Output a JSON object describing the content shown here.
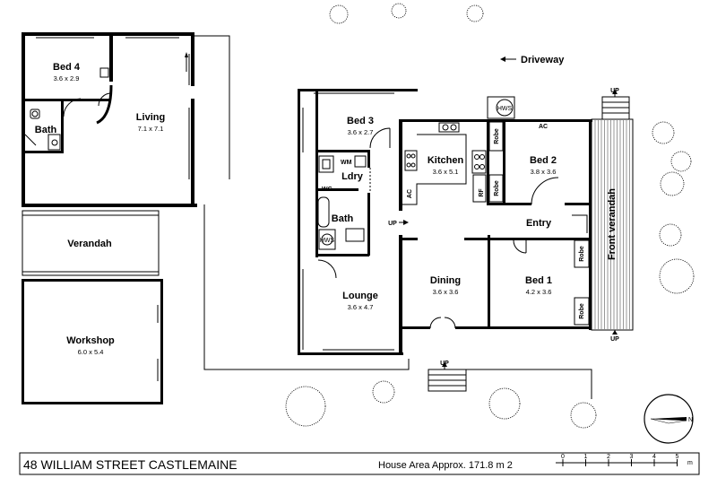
{
  "rooms": {
    "bed4": {
      "name": "Bed 4",
      "dim": "3.6 x 2.9"
    },
    "living": {
      "name": "Living",
      "dim": "7.1 x 7.1"
    },
    "bath_left": {
      "name": "Bath"
    },
    "verandah": {
      "name": "Verandah"
    },
    "workshop": {
      "name": "Workshop",
      "dim": "6.0 x 5.4"
    },
    "bed3": {
      "name": "Bed 3",
      "dim": "3.6 x 2.7"
    },
    "ldry": {
      "name": "Ldry"
    },
    "bath_main": {
      "name": "Bath"
    },
    "lounge": {
      "name": "Lounge",
      "dim": "3.6 x 4.7"
    },
    "kitchen": {
      "name": "Kitchen",
      "dim": "3.6 x 5.1"
    },
    "dining": {
      "name": "Dining",
      "dim": "3.6 x 3.6"
    },
    "bed2": {
      "name": "Bed 2",
      "dim": "3.8 x 3.6"
    },
    "entry": {
      "name": "Entry"
    },
    "bed1": {
      "name": "Bed 1",
      "dim": "4.2 x 3.6"
    },
    "front_verandah": {
      "name": "Front verandah"
    }
  },
  "labels": {
    "driveway": "Driveway",
    "wm": "WM",
    "wc": "WC",
    "ac_top": "AC",
    "ac_kitchen": "AC",
    "rf": "RF",
    "robe": "Robe",
    "hws": "HWS",
    "up": "UP"
  },
  "footer": {
    "address": "48 WILLIAM STREET CASTLEMAINE",
    "area": "House Area Approx.  171.8 m 2",
    "scale_ticks": [
      "0",
      "1",
      "2",
      "3",
      "4",
      "5"
    ],
    "scale_unit": "m"
  },
  "compass": {
    "north_label": "N"
  }
}
